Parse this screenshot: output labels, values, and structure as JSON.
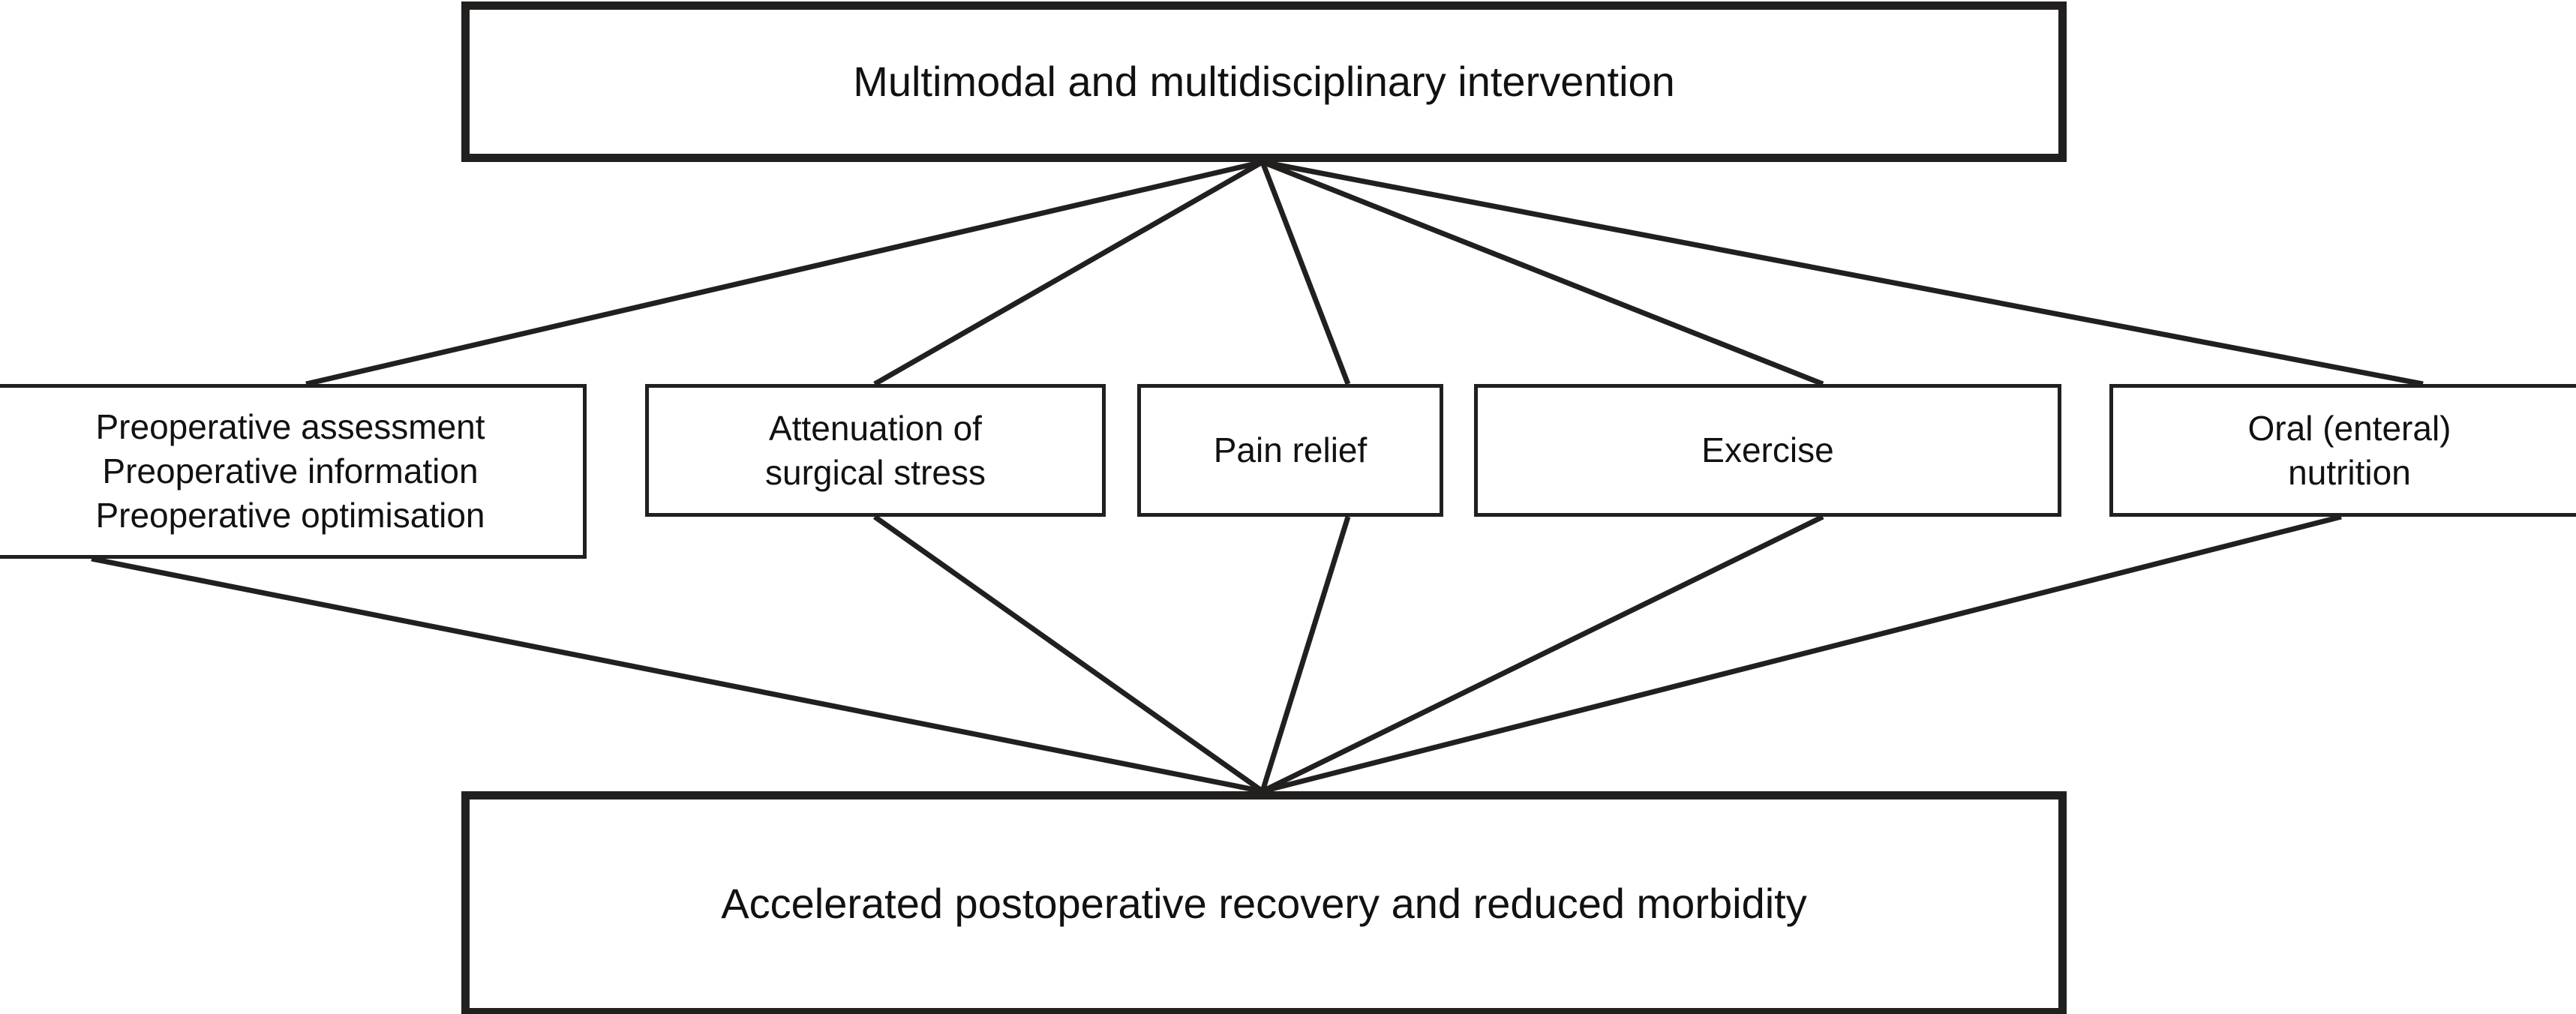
{
  "diagram": {
    "title_node": {
      "id": "multimodal-intervention",
      "label": "Multimodal and multidisciplinary intervention"
    },
    "outcome_node": {
      "id": "accelerated-recovery",
      "label": "Accelerated postoperative recovery and reduced morbidity"
    },
    "components": [
      {
        "id": "preoperative",
        "label": "Preoperative assessment\nPreoperative information\nPreoperative optimisation"
      },
      {
        "id": "attenuation-surgical-stress",
        "label": "Attenuation of\nsurgical stress"
      },
      {
        "id": "pain-relief",
        "label": "Pain relief"
      },
      {
        "id": "exercise",
        "label": "Exercise"
      },
      {
        "id": "oral-enteral-nutrition",
        "label": "Oral (enteral)\nnutrition"
      }
    ],
    "style": {
      "line_color": "#221f1f",
      "box_fill": "#ffffff",
      "text_color": "#111111",
      "background": "#ffffff"
    }
  },
  "chart_data": {
    "type": "diagram",
    "layout": "hub-and-spoke (fan out then fan in)",
    "title": "Multimodal and multidisciplinary intervention",
    "nodes": [
      "Multimodal and multidisciplinary intervention",
      "Preoperative assessment / Preoperative information / Preoperative optimisation",
      "Attenuation of surgical stress",
      "Pain relief",
      "Exercise",
      "Oral (enteral) nutrition",
      "Accelerated postoperative recovery and reduced morbidity"
    ],
    "edges": [
      {
        "from": "Multimodal and multidisciplinary intervention",
        "to": "Preoperative assessment / Preoperative information / Preoperative optimisation"
      },
      {
        "from": "Multimodal and multidisciplinary intervention",
        "to": "Attenuation of surgical stress"
      },
      {
        "from": "Multimodal and multidisciplinary intervention",
        "to": "Pain relief"
      },
      {
        "from": "Multimodal and multidisciplinary intervention",
        "to": "Exercise"
      },
      {
        "from": "Multimodal and multidisciplinary intervention",
        "to": "Oral (enteral) nutrition"
      },
      {
        "from": "Preoperative assessment / Preoperative information / Preoperative optimisation",
        "to": "Accelerated postoperative recovery and reduced morbidity"
      },
      {
        "from": "Attenuation of surgical stress",
        "to": "Accelerated postoperative recovery and reduced morbidity"
      },
      {
        "from": "Pain relief",
        "to": "Accelerated postoperative recovery and reduced morbidity"
      },
      {
        "from": "Exercise",
        "to": "Accelerated postoperative recovery and reduced morbidity"
      },
      {
        "from": "Oral (enteral) nutrition",
        "to": "Accelerated postoperative recovery and reduced morbidity"
      }
    ]
  }
}
